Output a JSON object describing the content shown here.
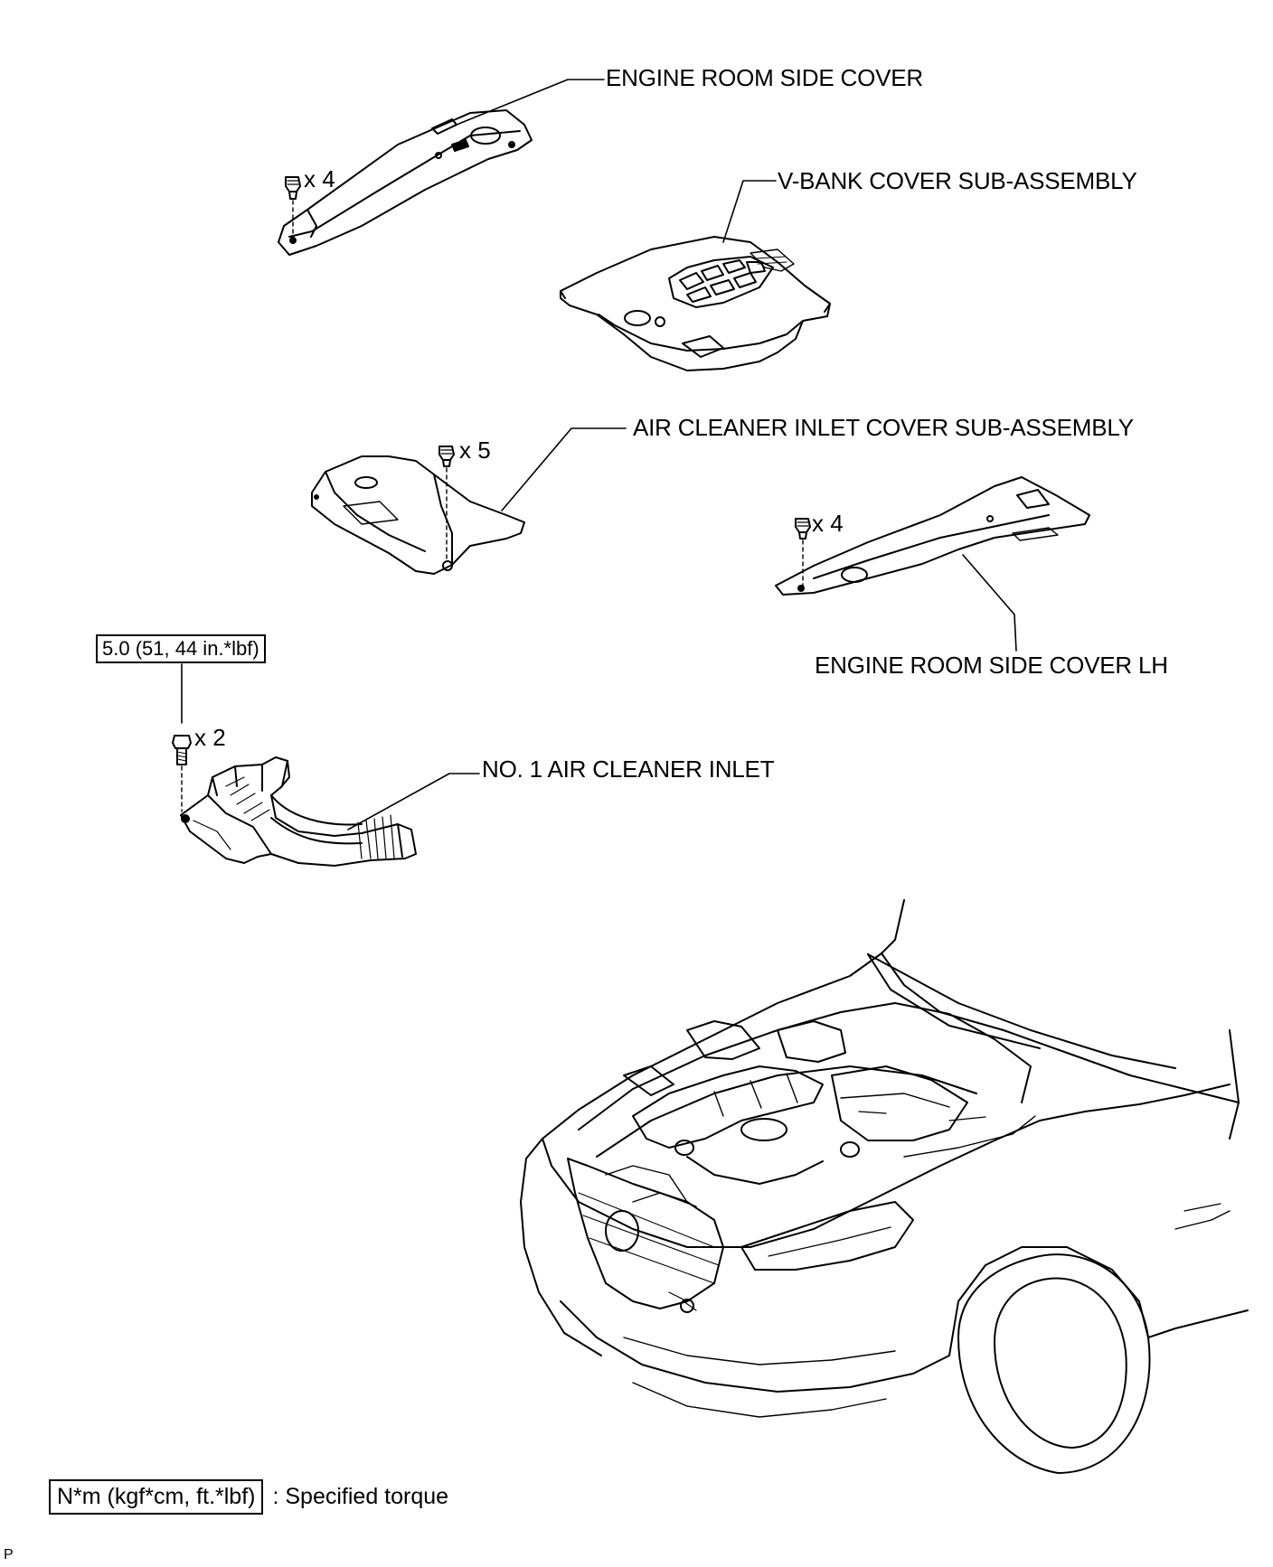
{
  "labels": {
    "engine_room_side_cover": "ENGINE ROOM SIDE COVER",
    "v_bank_cover": "V-BANK COVER SUB-ASSEMBLY",
    "air_cleaner_inlet_cover": "AIR CLEANER INLET COVER SUB-ASSEMBLY",
    "engine_room_side_cover_lh": "ENGINE ROOM SIDE COVER LH",
    "no1_air_cleaner_inlet": "NO. 1 AIR CLEANER INLET"
  },
  "quantities": {
    "side_cover_clips": "x 4",
    "inlet_cover_clips": "x 5",
    "side_cover_lh_clips": "x 4",
    "inlet_bolts": "x 2"
  },
  "torque": {
    "inlet_bolt_torque": "5.0 (51, 44 in.*lbf)"
  },
  "legend": {
    "unit_box": "N*m (kgf*cm, ft.*lbf)",
    "description": ": Specified torque"
  },
  "page_marker": "P"
}
